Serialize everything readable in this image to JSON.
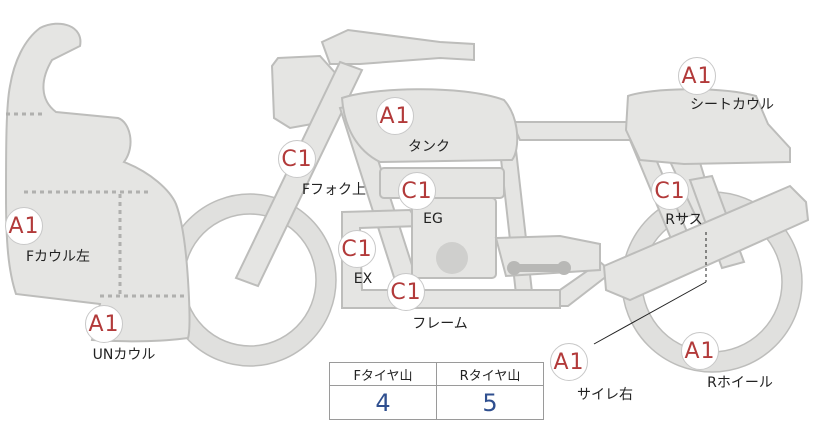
{
  "parts": [
    {
      "id": "f-cowl-left",
      "grade": "A1",
      "label": "Fカウル左"
    },
    {
      "id": "un-cowl",
      "grade": "A1",
      "label": "UNカウル"
    },
    {
      "id": "f-fork-top",
      "grade": "C1",
      "label": "Fフォク上"
    },
    {
      "id": "tank",
      "grade": "A1",
      "label": "タンク"
    },
    {
      "id": "eg",
      "grade": "C1",
      "label": "EG"
    },
    {
      "id": "ex",
      "grade": "C1",
      "label": "EX"
    },
    {
      "id": "frame",
      "grade": "C1",
      "label": "フレーム"
    },
    {
      "id": "seat-cowl",
      "grade": "A1",
      "label": "シートカウル"
    },
    {
      "id": "r-suspension",
      "grade": "C1",
      "label": "Rサス"
    },
    {
      "id": "silencer-right",
      "grade": "A1",
      "label": "サイレ右"
    },
    {
      "id": "r-wheel",
      "grade": "A1",
      "label": "Rホイール"
    }
  ],
  "tire_table": {
    "headers": [
      "Fタイヤ山",
      "Rタイヤ山"
    ],
    "values": [
      "4",
      "5"
    ]
  },
  "colors": {
    "grade_text": "#b23a3a",
    "table_value": "#2f4f8f",
    "bike_fill": "#e5e5e3",
    "bike_outline": "#bdbdbb"
  }
}
